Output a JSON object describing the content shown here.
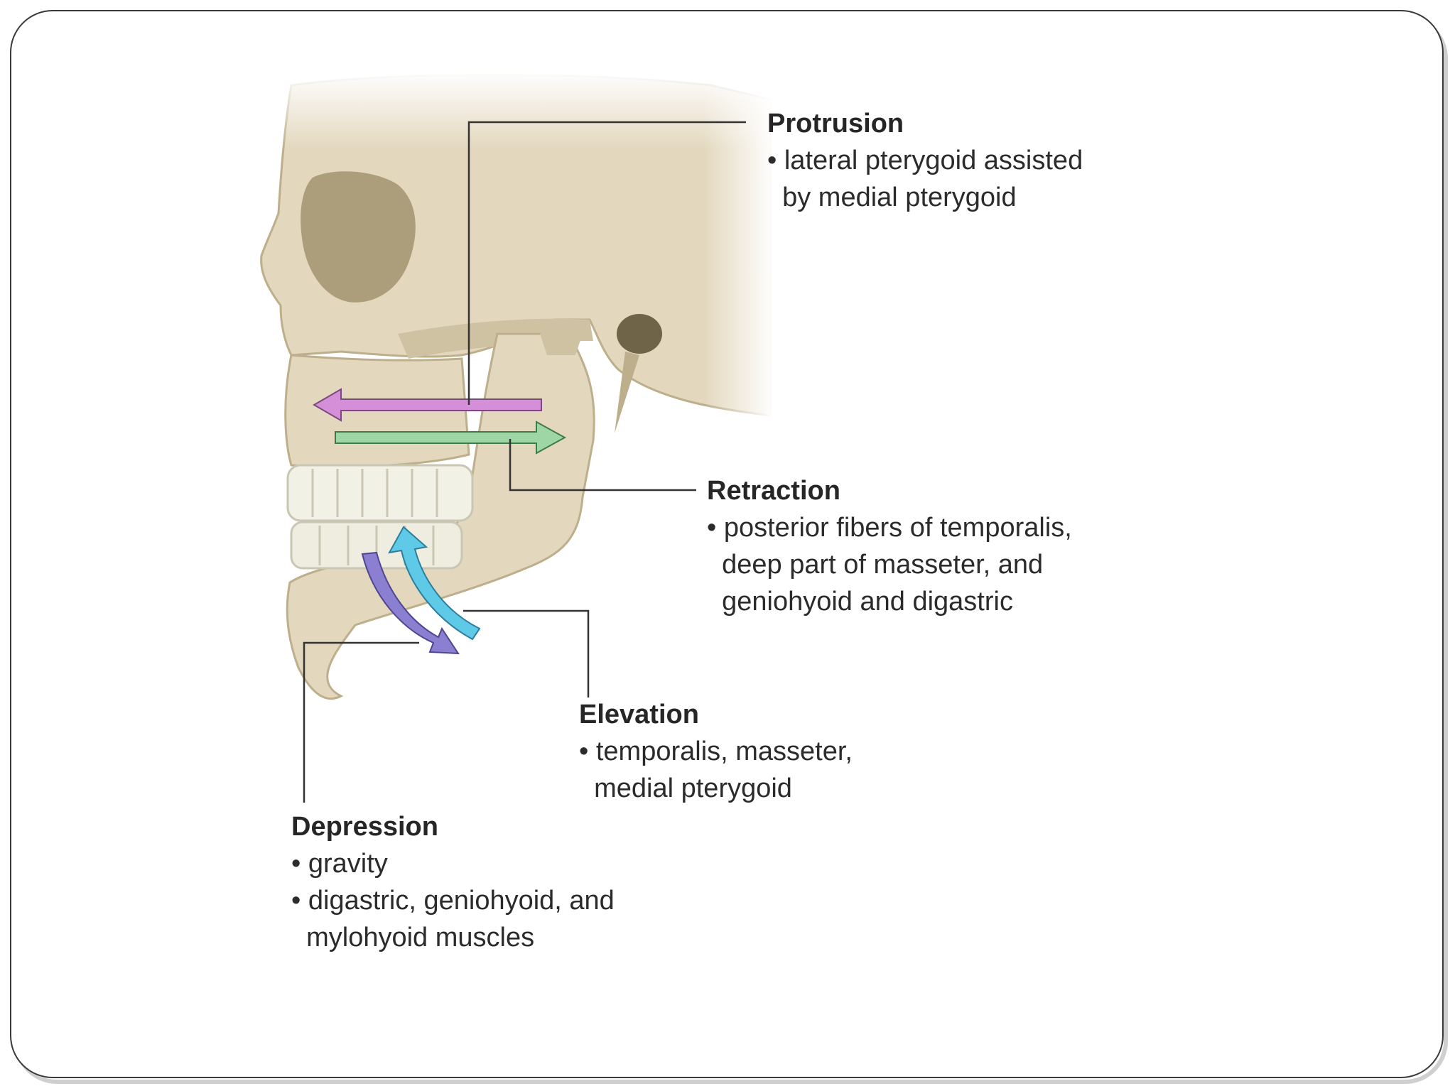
{
  "colors": {
    "bone": "#e3d8be",
    "bone_shadow": "#bdae8c",
    "teeth": "#f2f1e6",
    "protrusion_arrow": "#d58fd8",
    "retraction_arrow": "#9fd6a6",
    "elevation_arrow": "#5fc9e8",
    "depression_arrow": "#8a7fd0",
    "leader_line": "#333333"
  },
  "labels": {
    "protrusion": {
      "heading": "Protrusion",
      "lines": [
        "• lateral pterygoid assisted",
        "  by medial pterygoid"
      ]
    },
    "retraction": {
      "heading": "Retraction",
      "lines": [
        "• posterior fibers of temporalis,",
        "  deep part of masseter, and",
        "  geniohyoid and digastric"
      ]
    },
    "elevation": {
      "heading": "Elevation",
      "lines": [
        "• temporalis, masseter,",
        "  medial pterygoid"
      ]
    },
    "depression": {
      "heading": "Depression",
      "lines": [
        "• gravity",
        "• digastric, geniohyoid, and",
        "  mylohyoid muscles"
      ]
    }
  }
}
